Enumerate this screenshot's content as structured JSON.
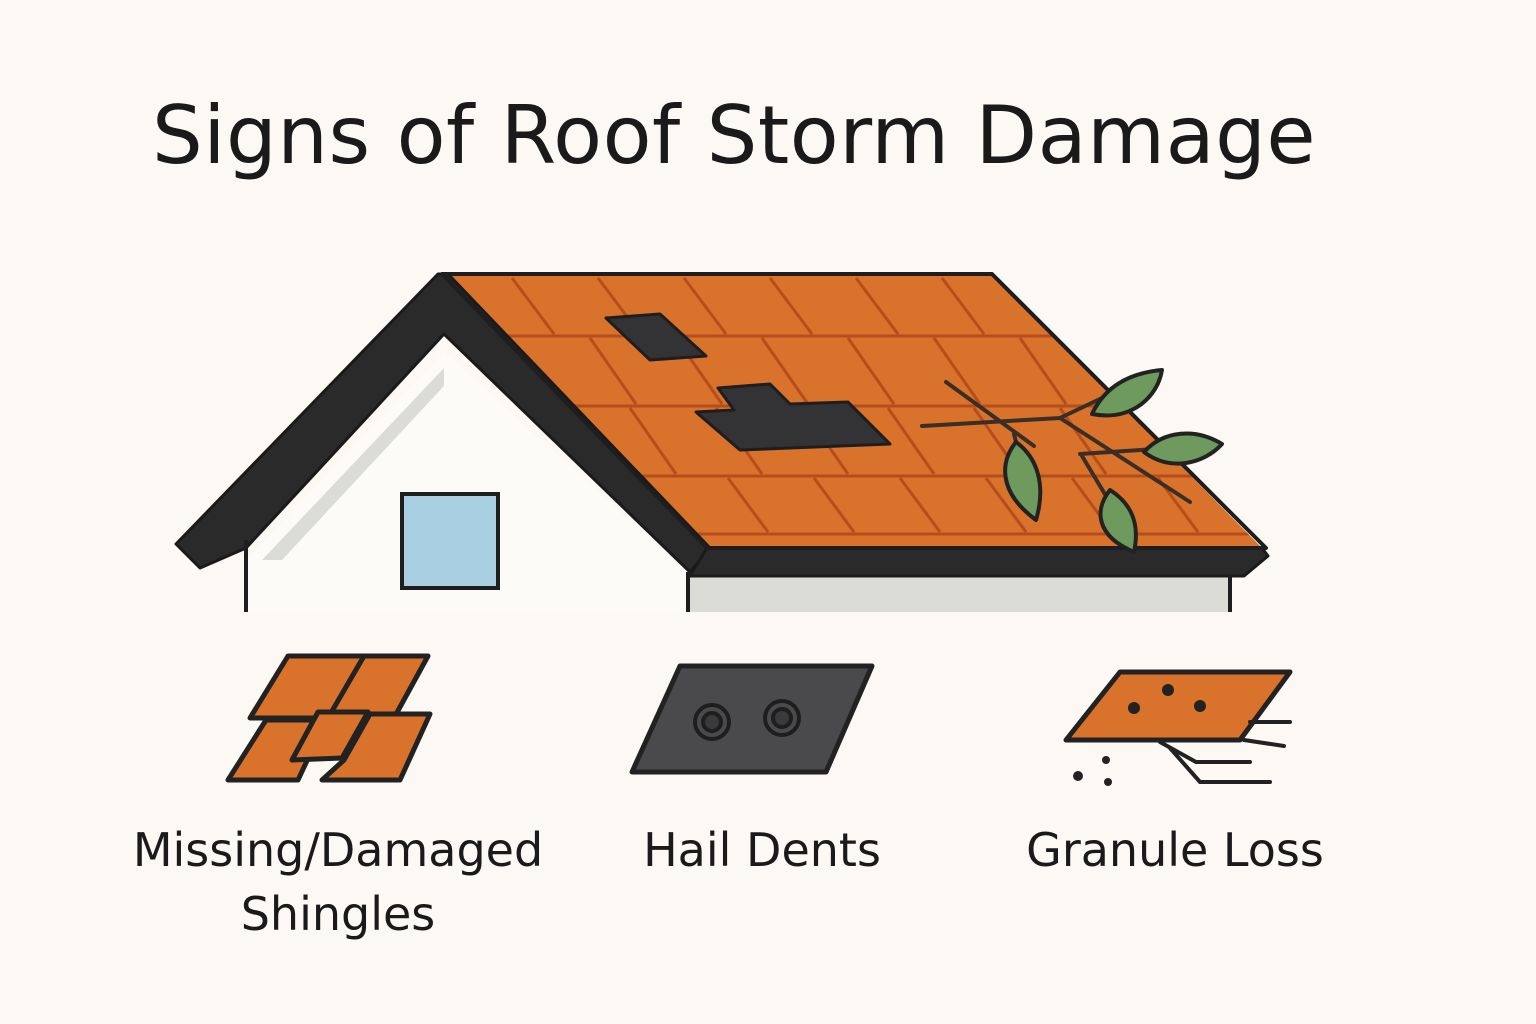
{
  "title": "Signs of Roof Storm Damage",
  "colors": {
    "background": "#fcf9f4",
    "shingle": "#d9722b",
    "shingle_line": "#b54d1c",
    "outline": "#222222",
    "wall": "#fdfbf8",
    "wall_shadow": "#dcdcd6",
    "window": "#a9cfe3",
    "leaf": "#6e9a5e",
    "hail_panel": "#4a4a4c"
  },
  "illustration": {
    "house": "house-with-damaged-roof",
    "branch_icon": "fallen-branch-icon"
  },
  "signs": [
    {
      "icon": "missing-shingles-icon",
      "label_line1": "Missing/Damaged",
      "label_line2": "Shingles"
    },
    {
      "icon": "hail-dents-icon",
      "label_line1": "Hail Dents"
    },
    {
      "icon": "granule-loss-icon",
      "label_line1": "Granule Loss"
    }
  ]
}
